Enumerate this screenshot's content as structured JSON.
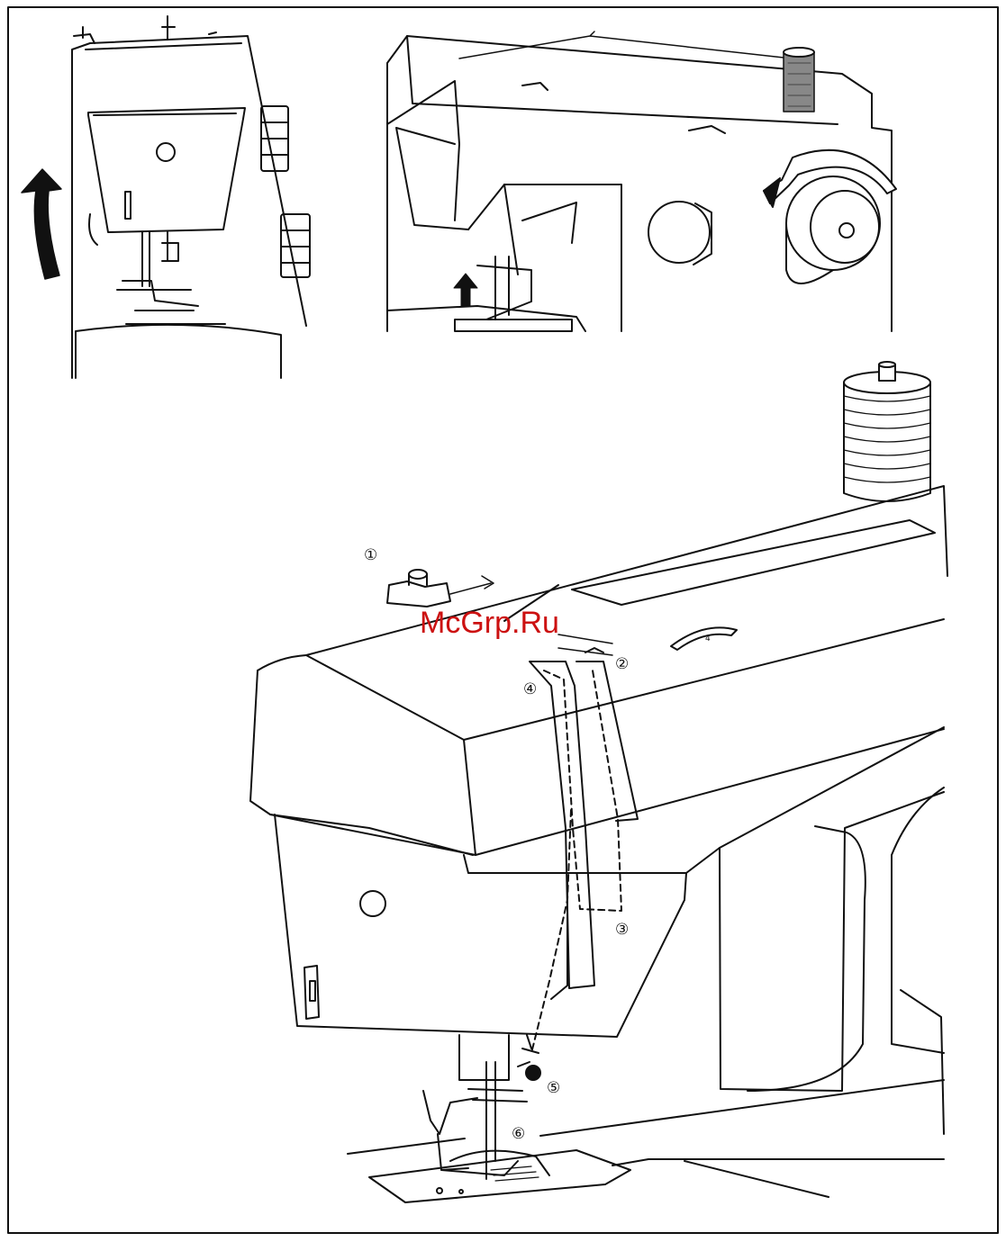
{
  "watermark": {
    "text": "McGrp.Ru",
    "color": "#cc1111"
  },
  "callouts": {
    "c1": "①",
    "c2": "②",
    "c3": "③",
    "c4": "④",
    "c5": "⑤",
    "c6": "⑥"
  },
  "colors": {
    "line": "#111111",
    "background": "#ffffff",
    "spool_fill": "#888888"
  }
}
